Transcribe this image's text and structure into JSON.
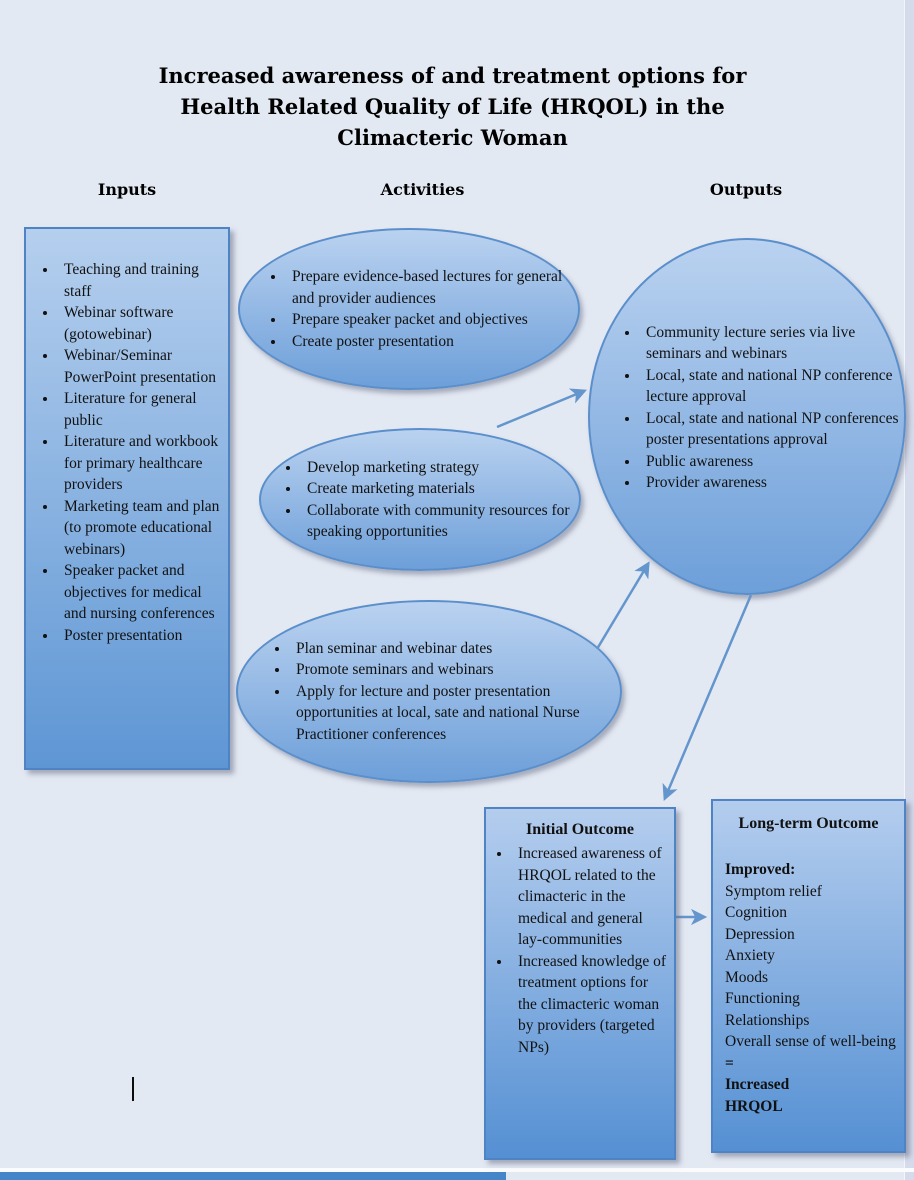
{
  "page": {
    "title_lines": [
      "Increased awareness of and treatment options for",
      "Health Related Quality of Life (HRQOL) in the",
      "Climacteric Woman"
    ],
    "column_headers": {
      "inputs": "Inputs",
      "activities": "Activities",
      "outputs": "Outputs"
    }
  },
  "inputs_box": {
    "items": [
      "Teaching and training staff",
      "Webinar software (gotowebinar)",
      "Webinar/Seminar PowerPoint presentation",
      "Literature for general public",
      "Literature and workbook for primary healthcare providers",
      "Marketing team and plan (to promote educational webinars)",
      "Speaker packet and objectives for medical and nursing conferences",
      "Poster presentation"
    ]
  },
  "activities_ellipses": [
    {
      "items": [
        "Prepare evidence-based lectures for general and provider audiences",
        "Prepare speaker packet and objectives",
        "Create poster presentation"
      ]
    },
    {
      "items": [
        "Develop marketing strategy",
        "Create marketing materials",
        "Collaborate with community resources for speaking opportunities"
      ]
    },
    {
      "items": [
        "Plan seminar and webinar dates",
        "Promote seminars and webinars",
        "Apply for lecture and poster presentation opportunities at local, sate and national Nurse Practitioner conferences"
      ]
    }
  ],
  "outputs_ellipse": {
    "items": [
      "Community lecture series via live seminars and webinars",
      "Local, state and national NP conference lecture approval",
      "Local, state and national NP conferences poster presentations approval",
      "Public awareness",
      "Provider awareness"
    ]
  },
  "initial_outcome": {
    "title": "Initial Outcome",
    "items": [
      "Increased awareness of HRQOL related to the climacteric in the medical and general lay-communities",
      "Increased knowledge of treatment options for the climacteric woman by providers (targeted NPs)"
    ]
  },
  "long_term_outcome": {
    "title": "Long-term Outcome",
    "improved_label": "Improved:",
    "improved_items": [
      "Symptom relief",
      "Cognition",
      "Depression",
      "Anxiety",
      "Moods",
      "Functioning",
      "Relationships",
      "Overall sense of well-being"
    ],
    "equals_sign": "=",
    "result_lines": [
      "Increased",
      "HRQOL"
    ]
  },
  "colors": {
    "background": "#e3e9f3",
    "shape_fill_top": "#bad2f0",
    "shape_fill_bottom": "#6d9fd9",
    "shape_border": "#5b8fcb",
    "box_border": "#4f84c4",
    "arrow": "#6495cc",
    "bottom_bar": "#4586c8"
  }
}
